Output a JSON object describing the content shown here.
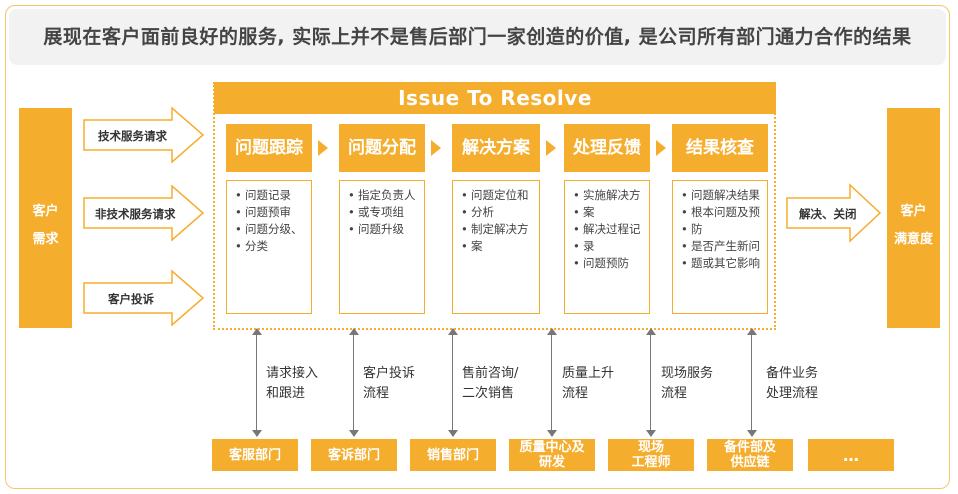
{
  "header": {
    "title": "展现在客户面前良好的服务, 实际上并不是售后部门一家创造的价值, 是公司所有部门通力合作的结果"
  },
  "left_box": {
    "line1": "客户",
    "line2": "需求"
  },
  "right_box": {
    "line1": "客户",
    "line2": "满意度"
  },
  "inputs": [
    "技术服务请求",
    "非技术服务请求",
    "客户投诉"
  ],
  "output_label": "解决、关闭",
  "process_title": "Issue To Resolve",
  "steps": [
    {
      "label": "问题跟踪",
      "items": [
        "问题记录",
        "问题预审",
        "问题分级、",
        "分类"
      ]
    },
    {
      "label": "问题分配",
      "items": [
        "指定负责人",
        "或专项组",
        "问题升级"
      ]
    },
    {
      "label": "解决方案",
      "items": [
        "问题定位和",
        "分析",
        "制定解决方",
        "案"
      ]
    },
    {
      "label": "处理反馈",
      "items": [
        "实施解决方",
        "案",
        "解决过程记",
        "录",
        "问题预防"
      ]
    },
    {
      "label": "结果核查",
      "items": [
        "问题解决结果",
        "根本问题及预",
        "防",
        "是否产生新问",
        "题或其它影响"
      ]
    }
  ],
  "flows": [
    {
      "line1": "请求接入",
      "line2": "和跟进"
    },
    {
      "line1": "客户投诉",
      "line2": "流程"
    },
    {
      "line1": "售前咨询/",
      "line2": "二次销售"
    },
    {
      "line1": "质量上升",
      "line2": "流程"
    },
    {
      "line1": "现场服务",
      "line2": "流程"
    },
    {
      "line1": "备件业务",
      "line2": "处理流程"
    }
  ],
  "departments": [
    {
      "line1": "客服部门",
      "line2": ""
    },
    {
      "line1": "客诉部门",
      "line2": ""
    },
    {
      "line1": "销售部门",
      "line2": ""
    },
    {
      "line1": "质量中心及",
      "line2": "研发"
    },
    {
      "line1": "现场",
      "line2": "工程师"
    },
    {
      "line1": "备件部及",
      "line2": "供应链"
    },
    {
      "line1": "…",
      "line2": ""
    }
  ],
  "colors": {
    "accent": "#f5ad2e",
    "border": "#f3c86a",
    "title_bg": "#f2f2f2"
  }
}
